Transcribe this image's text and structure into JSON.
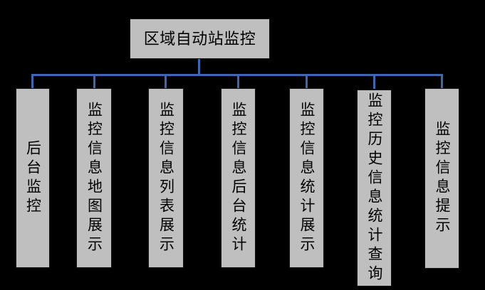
{
  "root": {
    "label": "区域自动站监控"
  },
  "branches": [
    {
      "label": "后台监控"
    },
    {
      "label": "监控信息地图展示"
    },
    {
      "label": "监控信息列表展示"
    },
    {
      "label": "监控信息后台统计"
    },
    {
      "label": "监控信息统计展示"
    },
    {
      "label": "监控历史信息统计查询"
    },
    {
      "label": "监控信息提示"
    }
  ],
  "colors": {
    "background": "#000000",
    "box_fill": "#bfbfbf",
    "box_text": "#000000",
    "connector": "#3a68b2"
  }
}
